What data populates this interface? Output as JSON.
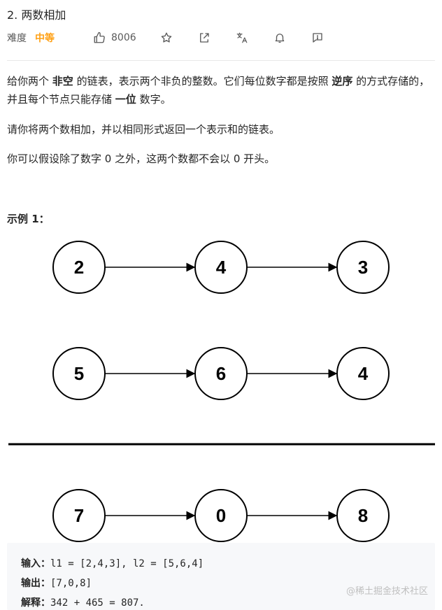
{
  "problem": {
    "title": "2. 两数相加",
    "difficulty_label": "难度",
    "difficulty": "中等",
    "likes": "8006"
  },
  "icons": {
    "like": "thumbs-up-icon",
    "favorite": "star-icon",
    "share": "share-icon",
    "language": "translate-icon",
    "notify": "bell-icon",
    "feedback": "feedback-icon"
  },
  "colors": {
    "difficulty": "#ffa116",
    "text": "#262626",
    "muted": "#595959"
  },
  "description": {
    "p1_a": "给你两个 ",
    "p1_b": "非空",
    "p1_c": " 的链表，表示两个非负的整数。它们每位数字都是按照 ",
    "p1_d": "逆序",
    "p1_e": " 的方式存储的，并且每个节点只能存储 ",
    "p1_f": "一位",
    "p1_g": " 数字。",
    "p2": "请你将两个数相加，并以相同形式返回一个表示和的链表。",
    "p3": "你可以假设除了数字 0 之外，这两个数都不会以 0 开头。"
  },
  "example": {
    "title": "示例 1：",
    "rows": [
      [
        "2",
        "4",
        "3"
      ],
      [
        "5",
        "6",
        "4"
      ],
      [
        "7",
        "0",
        "8"
      ]
    ],
    "input_label": "输入：",
    "input": "l1 = [2,4,3], l2 = [5,6,4]",
    "output_label": "输出：",
    "output": "[7,0,8]",
    "explain_label": "解释：",
    "explain": "342 + 465 = 807."
  },
  "watermark": "@稀土掘金技术社区"
}
